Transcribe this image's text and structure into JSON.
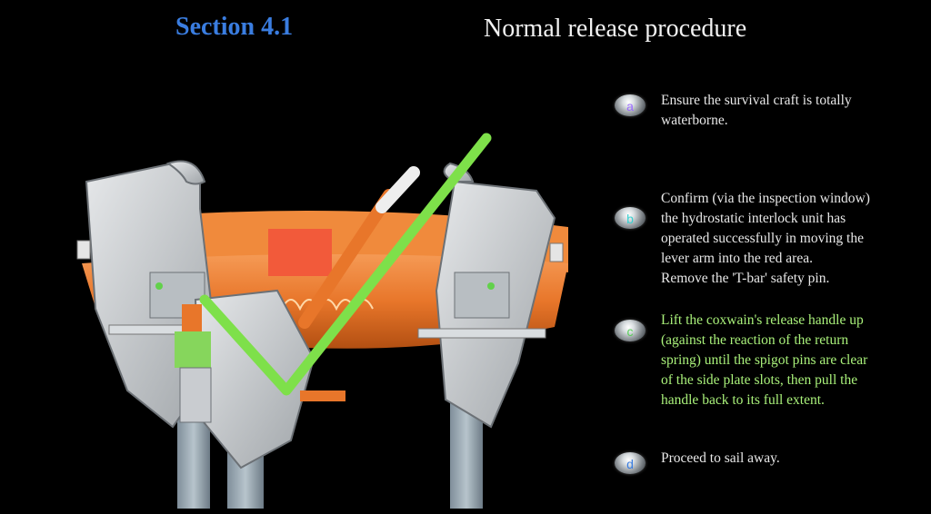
{
  "header": {
    "section": "Section 4.1",
    "title": "Normal release procedure"
  },
  "steps": [
    {
      "letter": "a",
      "letter_color": "#9b6bff",
      "text": "Ensure the survival craft is totally\nwaterborne.",
      "active": false
    },
    {
      "letter": "b",
      "letter_color": "#3ad0d0",
      "text": "Confirm (via the inspection window)\nthe hydrostatic interlock unit has\noperated successfully in moving the\nlever arm into the red area.\nRemove the 'T-bar' safety pin.",
      "active": false
    },
    {
      "letter": "c",
      "letter_color": "#5ad05a",
      "text": "Lift the coxwain's release handle up\n(against the reaction of the return\nspring) until the spigot pins are clear\nof the side plate slots, then pull the\nhandle back to its full extent.",
      "active": true
    },
    {
      "letter": "d",
      "letter_color": "#3a7de0",
      "text": "Proceed to sail away.",
      "active": false
    }
  ],
  "colors": {
    "section_title": "#3a7de0",
    "active_text": "#a9f07a",
    "boat_hull": "#e8762a",
    "plates": "#c9ccd0",
    "green_lever": "#7ee04a"
  }
}
